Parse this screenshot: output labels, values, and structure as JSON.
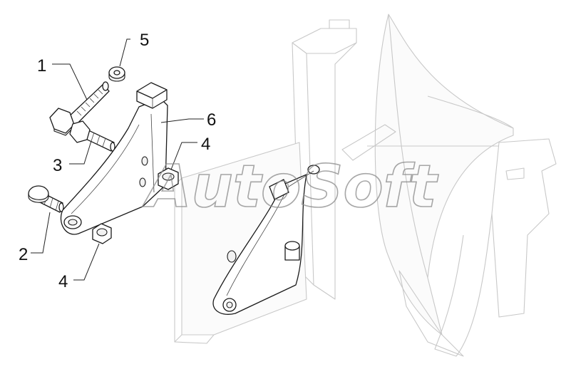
{
  "diagram": {
    "callouts": [
      {
        "id": "c1",
        "text": "1"
      },
      {
        "id": "c2",
        "text": "2"
      },
      {
        "id": "c3",
        "text": "3"
      },
      {
        "id": "c4a",
        "text": "4"
      },
      {
        "id": "c4b",
        "text": "4"
      },
      {
        "id": "c5",
        "text": "5"
      },
      {
        "id": "c6",
        "text": "6"
      }
    ],
    "watermark": "AutoSoft",
    "colors": {
      "line": "#1a1a1a",
      "ghost": "#c8c8c8",
      "watermark": "#8a8a8a",
      "background": "#ffffff"
    }
  }
}
